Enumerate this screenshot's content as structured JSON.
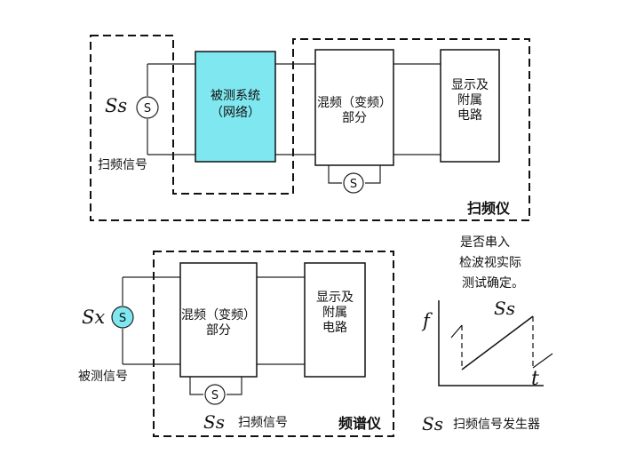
{
  "sweep_analyzer": {
    "source_symbol": "Ss",
    "source_glyph": "S",
    "dut_line1": "被测系统",
    "dut_line2": "（网络）",
    "mixer_line1": "混频（变频）",
    "mixer_line2": "部分",
    "display_line1": "显示及",
    "display_line2": "附属",
    "display_line3": "电路",
    "sweep_source_glyph": "S",
    "sweep_signal_label": "扫频信号",
    "instrument_label": "扫频仪",
    "dut_fill_color": "#7fe7ef"
  },
  "spectrum_analyzer": {
    "source_symbol": "Sx",
    "source_glyph": "S",
    "mixer_line1": "混频（变频）",
    "mixer_line2": "部分",
    "display_line1": "显示及",
    "display_line2": "附属",
    "display_line3": "电路",
    "sweep_source_glyph": "S",
    "measured_signal_label": "被测信号",
    "sweep_symbol": "Ss",
    "sweep_signal_label": "扫频信号",
    "instrument_label": "频谱仪",
    "source_fill_color": "#7fe7ef"
  },
  "note": {
    "line1": "是否串入",
    "line2": "检波视实际",
    "line3": "测试确定。"
  },
  "waveform": {
    "y_axis_label": "f",
    "x_axis_label": "t",
    "curve_label": "Ss"
  },
  "legend": {
    "symbol": "Ss",
    "text": "扫频信号发生器"
  }
}
